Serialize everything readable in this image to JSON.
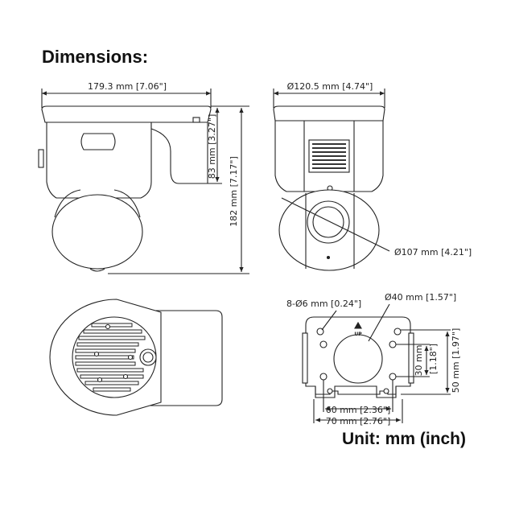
{
  "title": "Dimensions:",
  "unit_note": "Unit: mm (inch)",
  "colors": {
    "line": "#222222",
    "fill": "#ffffff",
    "text": "#111111"
  },
  "views": {
    "side": {
      "width_label": "179.3 mm [7.06\"]",
      "mount_height_label": "83 mm [3.27\"]",
      "total_height_label": "182 mm [7.17\"]"
    },
    "front": {
      "width_label": "Ø120.5 mm [4.74\"]",
      "dome_label": "Ø107 mm [4.21\"]"
    },
    "bottom": {},
    "plate": {
      "holes_label": "8-Ø6 mm [0.24\"]",
      "center_hole_label": "Ø40 mm [1.57\"]",
      "up_label": "UP",
      "h30_label": "30 mm",
      "h30_in_label": "[1.18\"]",
      "h50_label": "50 mm [1.97\"]",
      "w60_label": "60 mm [2.36\"]",
      "w70_label": "70 mm [2.76\"]"
    }
  }
}
